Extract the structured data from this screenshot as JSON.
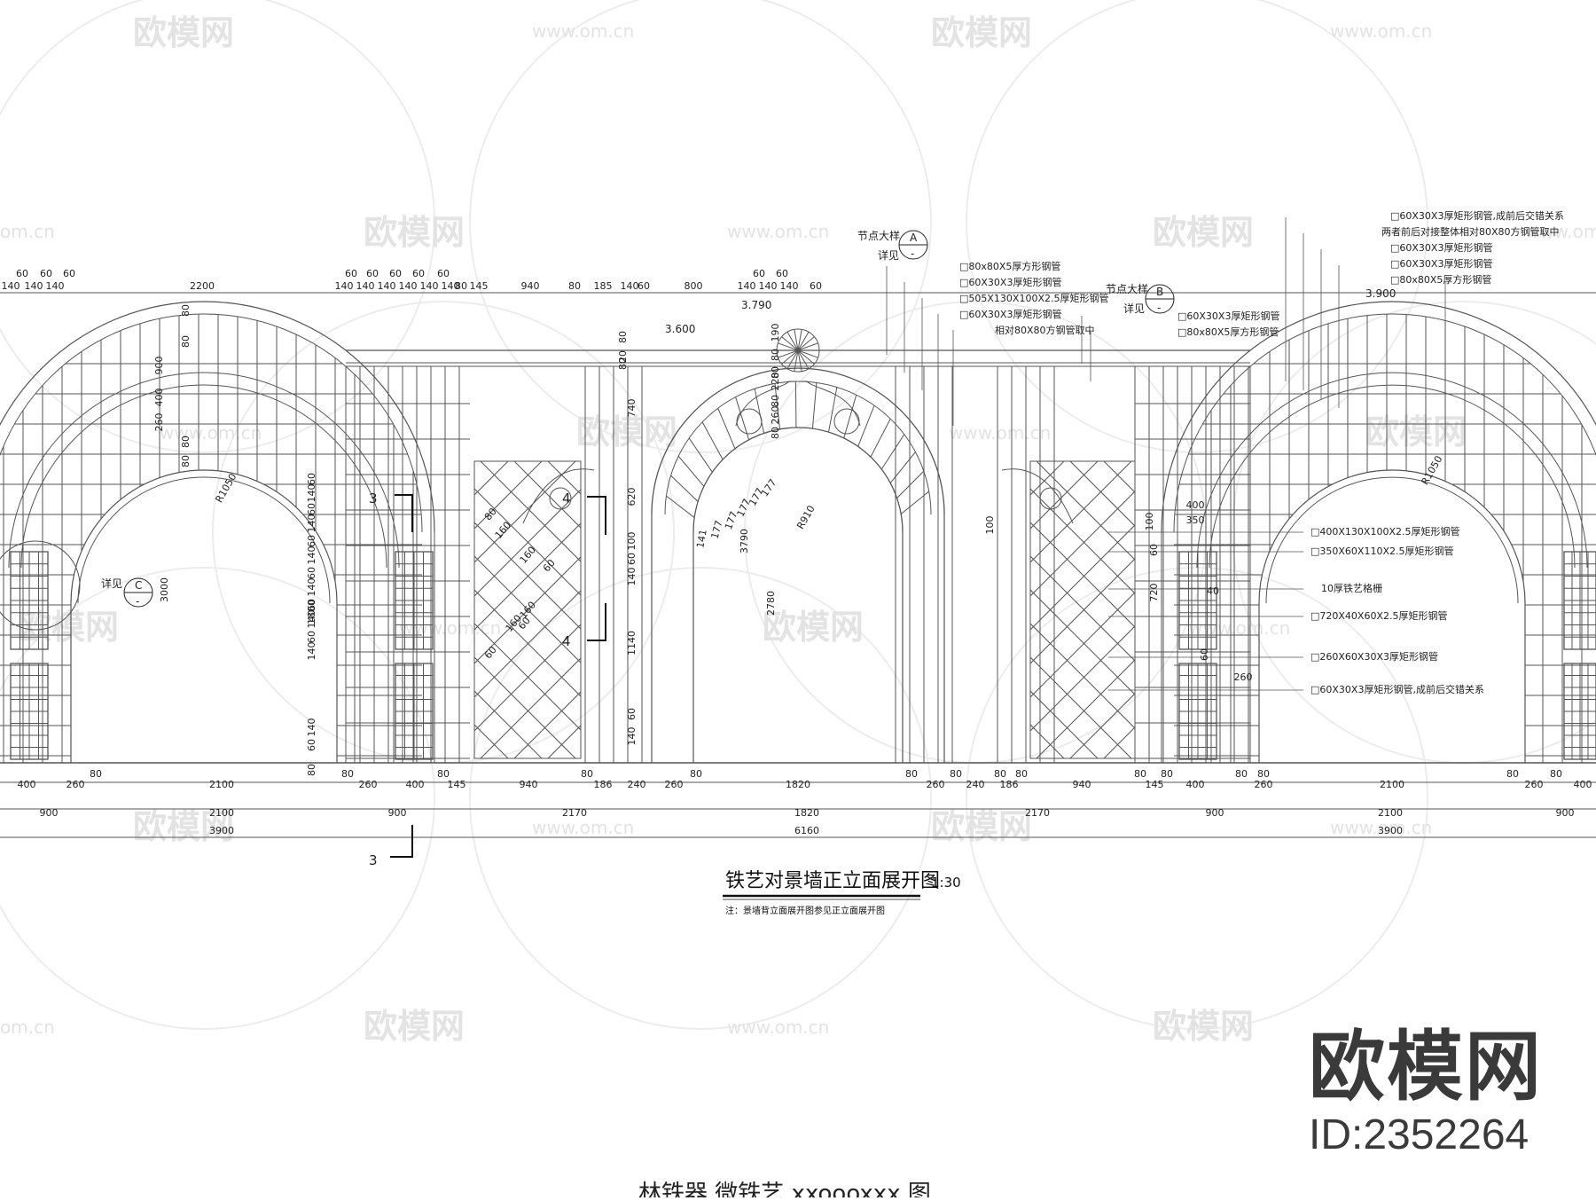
{
  "drawing": {
    "title": "铁艺对景墙正立面展开图",
    "scale": "1:30",
    "note": "注：景墙背立面展开图参见正立面展开图"
  },
  "watermarks": {
    "brand": "欧模网",
    "url": "www.om.cn",
    "url_cut": "om.cn"
  },
  "brand_stamp": {
    "name": "欧模网",
    "id": "ID:2352264"
  },
  "elevations": {
    "h3790": "3.790",
    "h3600": "3.600",
    "h3900": "3.900"
  },
  "callouts": {
    "node_a_title": "节点大样",
    "node_a_sub": "详见",
    "node_a_letter": "A",
    "node_b_title": "节点大样",
    "node_b_sub": "详见",
    "node_b_letter": "B",
    "node_c_sub": "详见",
    "node_c_letter": "C",
    "dash": "-"
  },
  "section_marks": [
    "3",
    "4",
    "3"
  ],
  "material_labels_mid": [
    "□80x80X5厚方形钢管",
    "□60X30X3厚矩形钢管",
    "□505X130X100X2.5厚矩形钢管",
    "□60X30X3厚矩形钢管",
    "相对80X80方钢管取中"
  ],
  "material_labels_b": [
    "□60X30X3厚矩形钢管",
    "□80x80X5厚方形钢管"
  ],
  "material_labels_top_right": [
    "□60X30X3厚矩形钢管,成前后交错关系",
    "两者前后对接整体相对80X80方钢管取中",
    "□60X30X3厚矩形钢管",
    "□60X30X3厚矩形钢管",
    "□80x80X5厚方形钢管"
  ],
  "material_labels_right": [
    "□400X130X100X2.5厚矩形钢管",
    "□350X60X110X2.5厚矩形钢管",
    "10厚铁艺格栅",
    "□720X40X60X2.5厚矩形钢管",
    "□260X60X30X3厚矩形钢管",
    "□60X30X3厚矩形钢管,成前后交错关系"
  ],
  "dims_top": [
    "60",
    "60",
    "60",
    "140",
    "140",
    "140",
    "2200",
    "60",
    "60",
    "60",
    "60",
    "60",
    "140",
    "140",
    "140",
    "140",
    "140",
    "140",
    "80",
    "145",
    "940",
    "80",
    "185",
    "60",
    "140",
    "800",
    "60",
    "60",
    "140",
    "140",
    "140",
    "60"
  ],
  "dims_bottom_row1": [
    "400",
    "260",
    "80",
    "2100",
    "80",
    "260",
    "400",
    "80",
    "145",
    "940",
    "80",
    "186",
    "240",
    "260",
    "80",
    "1820",
    "80",
    "260",
    "80",
    "240",
    "80",
    "186",
    "80",
    "940",
    "80",
    "145",
    "80",
    "400",
    "80",
    "260",
    "80",
    "2100",
    "80",
    "260",
    "80",
    "400"
  ],
  "dims_bottom_row2": [
    "900",
    "2100",
    "900",
    "2170",
    "1820",
    "2170",
    "900",
    "2100",
    "900"
  ],
  "dims_bottom_row3": [
    "3900",
    "6160",
    "3900"
  ],
  "dims_left_vert": [
    "80",
    "80",
    "900",
    "400",
    "260",
    "80",
    "80",
    "60",
    "140",
    "60",
    "140",
    "60",
    "140",
    "60",
    "140",
    "60",
    "140",
    "60",
    "140",
    "1800",
    "60",
    "140",
    "80"
  ],
  "dims_center_vert": [
    "80",
    "20",
    "80",
    "740",
    "620",
    "100",
    "60",
    "140",
    "1140",
    "60",
    "140"
  ],
  "dims_arch_vert": [
    "190",
    "80",
    "80",
    "220",
    "80",
    "260",
    "80",
    "3790",
    "2780"
  ],
  "dims_right_vert": [
    "100",
    "60",
    "720",
    "60",
    "400",
    "350",
    "40",
    "260"
  ],
  "dims_misc": [
    "R1050",
    "R910",
    "R1050",
    "3000",
    "80",
    "160",
    "160",
    "60",
    "60",
    "160",
    "160",
    "60",
    "141",
    "177",
    "177",
    "177",
    "177",
    "177",
    "100"
  ],
  "bottom_cut_text": "林铁器 微铁艺 xxoooxxx 图"
}
